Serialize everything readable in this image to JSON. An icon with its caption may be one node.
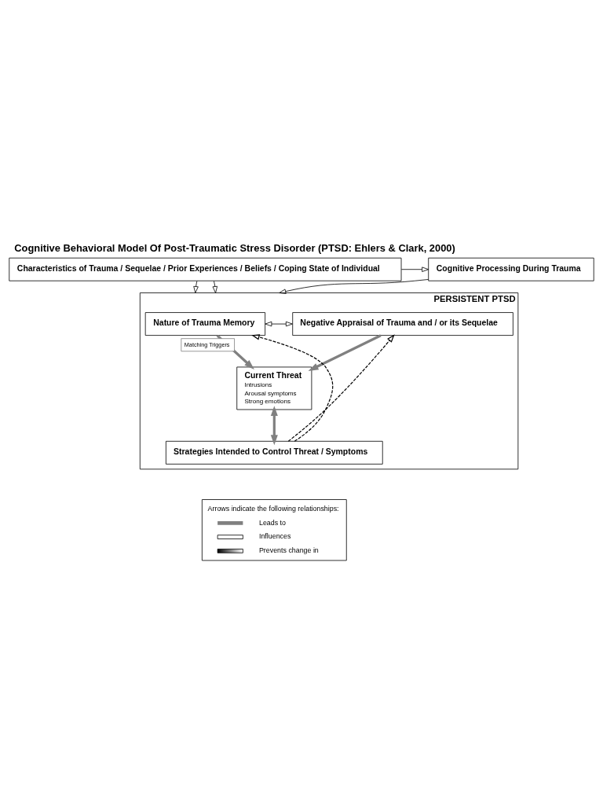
{
  "diagram": {
    "title": "Cognitive Behavioral Model Of Post-Traumatic Stress Disorder (PTSD: Ehlers & Clark, 2000)",
    "nodes": [
      {
        "text": [
          "Characteristics of Trauma / Sequelae / Prior Experiences / Beliefs / Coping State of Individual"
        ]
      },
      {
        "text": [
          "Cognitive Processing During Trauma"
        ]
      },
      {
        "text": [
          "PERSISTENT PTSD"
        ]
      },
      {
        "text": [
          "Nature of Trauma Memory"
        ],
        "in": 2
      },
      {
        "text": [
          "Negative Appraisal of Trauma and / or its Sequelae"
        ],
        "in": 2
      },
      {
        "text": [
          "Current Threat",
          "Intrusions",
          "Arousal symptoms",
          "Strong emotions"
        ],
        "in": 2
      },
      {
        "text": [
          "Strategies Intended to Control Threat / Symptoms"
        ],
        "in": 2
      }
    ],
    "edges": [
      {
        "from": 0,
        "to": 1,
        "arrow": "to"
      },
      {
        "from": 0,
        "to": 2,
        "arrow": "to"
      },
      {
        "from": 1,
        "to": 2,
        "arrow": "to"
      },
      {
        "from": 0,
        "to": 2,
        "arrow": "to"
      },
      {
        "from": 3,
        "to": 4,
        "arrow": "both"
      },
      {
        "from": 3,
        "to": 5,
        "arrow": "to",
        "label": "Matching Triggers",
        "style": "thick",
        "color": "#808080"
      },
      {
        "from": 4,
        "to": 5,
        "arrow": "to",
        "style": "thick",
        "color": "#808080"
      },
      {
        "from": 5,
        "to": 6,
        "arrow": "both",
        "style": "thick",
        "color": "#808080"
      },
      {
        "from": 6,
        "to": 3,
        "arrow": "to",
        "style": "dashed"
      },
      {
        "from": 6,
        "to": 4,
        "arrow": "to",
        "style": "dashed"
      }
    ],
    "labels": [
      "Arrows indicate the following relationships:"
    ],
    "legend": [
      {
        "text": "Leads to"
      },
      {
        "text": "Influences"
      },
      {
        "text": "Prevents change in"
      }
    ]
  }
}
